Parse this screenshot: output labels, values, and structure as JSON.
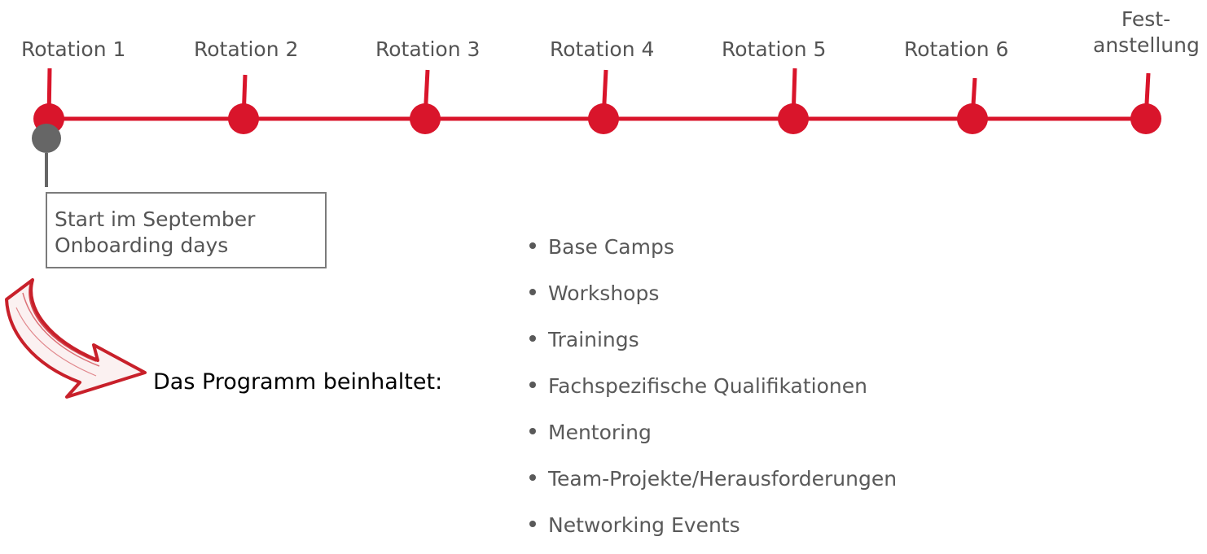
{
  "timeline": {
    "stages": [
      {
        "label": "Rotation 1"
      },
      {
        "label": "Rotation 2"
      },
      {
        "label": "Rotation 3"
      },
      {
        "label": "Rotation 4"
      },
      {
        "label": "Rotation 5"
      },
      {
        "label": "Rotation 6"
      },
      {
        "label_line1": "Fest-",
        "label_line2": "anstellung"
      }
    ],
    "colors": {
      "accent": "#d9152b",
      "start_marker": "#666666"
    }
  },
  "start_box": {
    "line1": "Start im September",
    "line2": "Onboarding days"
  },
  "program": {
    "label": "Das Programm beinhaltet:",
    "items": [
      "Base Camps",
      "Workshops",
      "Trainings",
      "Fachspezifische Qualifikationen",
      "Mentoring",
      "Team-Projekte/Herausforderungen",
      "Networking Events"
    ]
  }
}
